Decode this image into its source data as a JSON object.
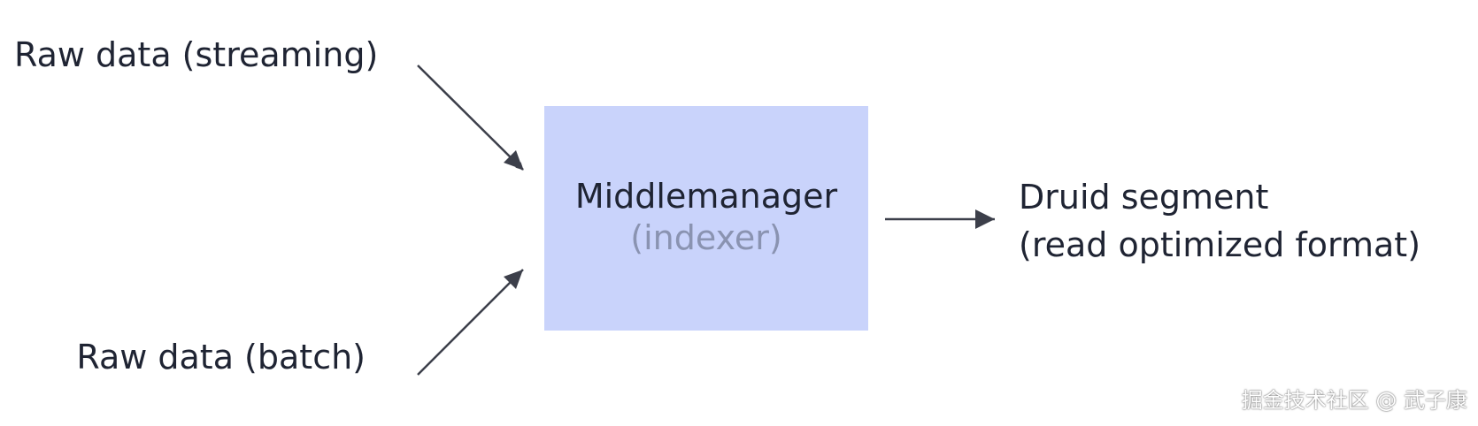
{
  "inputs": {
    "streaming": "Raw data (streaming)",
    "batch": "Raw data (batch)"
  },
  "indexer": {
    "title": "Middlemanager",
    "subtitle": "(indexer)",
    "fill_color": "#c9d3fb"
  },
  "output": {
    "line1": "Druid segment",
    "line2": "(read optimized format)"
  },
  "watermark": "掘金技术社区 @ 武子康",
  "colors": {
    "text": "#1f2433",
    "subtext": "#8a93b1",
    "arrow": "#3c3f4a"
  }
}
